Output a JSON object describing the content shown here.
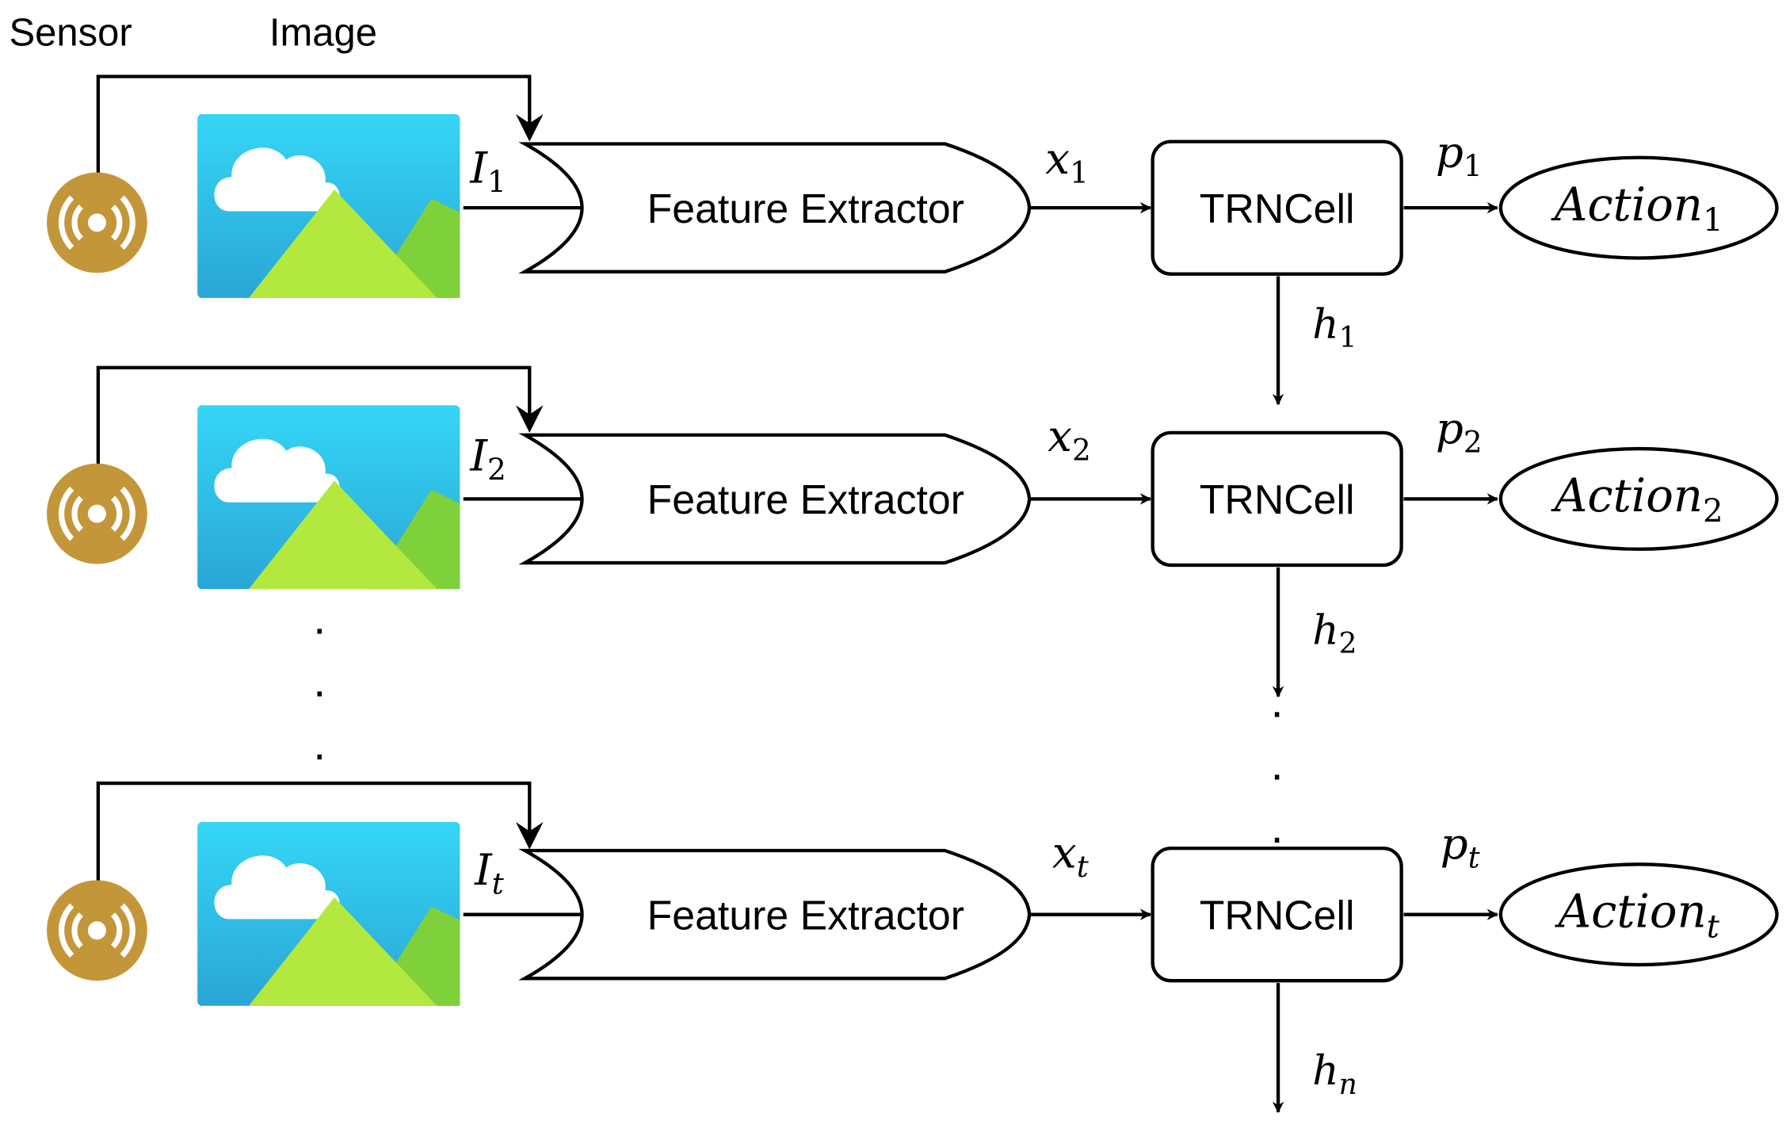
{
  "header": {
    "sensor_label": "Sensor",
    "image_label": "Image"
  },
  "icons": {
    "sensor": "sensor-broadcast-icon",
    "image": "landscape-image-icon"
  },
  "colors": {
    "sensor_gold": "#c4963a",
    "sky_top": "#35d6f6",
    "sky_bottom": "#2aa6d6",
    "cloud": "#ffffff",
    "hill_light": "#b3e83f",
    "hill_dark": "#7fd13b",
    "stroke": "#000000"
  },
  "rows": [
    {
      "input": {
        "base": "I",
        "sub": "1"
      },
      "extractor": "Feature Extractor",
      "feature": {
        "base": "x",
        "sub": "1"
      },
      "cell": "TRNCell",
      "prob": {
        "base": "p",
        "sub": "1"
      },
      "action": {
        "base": "Action",
        "sub": "1"
      },
      "hidden": {
        "base": "h",
        "sub": "1"
      }
    },
    {
      "input": {
        "base": "I",
        "sub": "2"
      },
      "extractor": "Feature Extractor",
      "feature": {
        "base": "x",
        "sub": "2"
      },
      "cell": "TRNCell",
      "prob": {
        "base": "p",
        "sub": "2"
      },
      "action": {
        "base": "Action",
        "sub": "2"
      },
      "hidden": {
        "base": "h",
        "sub": "2"
      }
    },
    {
      "input": {
        "base": "I",
        "sub": "t"
      },
      "extractor": "Feature Extractor",
      "feature": {
        "base": "x",
        "sub": "t"
      },
      "cell": "TRNCell",
      "prob": {
        "base": "p",
        "sub": "t"
      },
      "action": {
        "base": "Action",
        "sub": "t"
      },
      "hidden": {
        "base": "h",
        "sub": "n"
      }
    }
  ],
  "ellipsis_dot": "."
}
